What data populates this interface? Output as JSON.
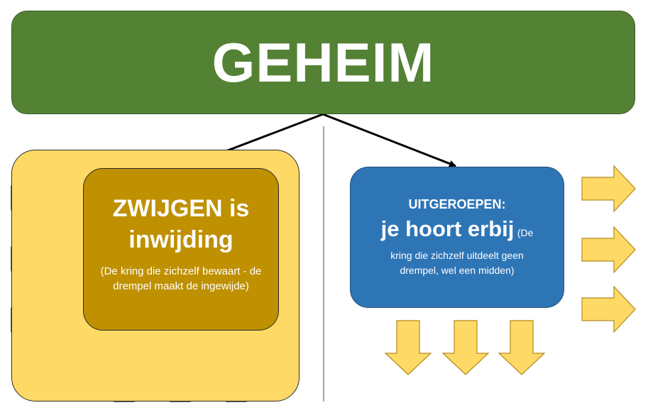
{
  "diagram": {
    "top": {
      "title": "GEHEIM"
    },
    "left": {
      "title": "ZWIJGEN is inwijding",
      "subtitle": "(De kring die zichzelf bewaart - de drempel maakt de ingewijde)"
    },
    "right": {
      "heading": "UITGEROEPEN:",
      "title": "je hoort erbij",
      "subtitle_inline": "(De",
      "subtitle": "kring die zichzelf uitdeelt geen drempel, wel een midden)"
    },
    "colors": {
      "top": "#548235",
      "left_outer": "#ffd966",
      "left_inner": "#bf9000",
      "right": "#2e75b6",
      "outgoing_arrow_fill": "#ffd966",
      "incoming_arrow_fill": "#000000",
      "divider": "#4a6a8a"
    },
    "icons": {
      "incoming": "black-block-arrow-icon",
      "outgoing": "yellow-block-arrow-icon"
    }
  }
}
